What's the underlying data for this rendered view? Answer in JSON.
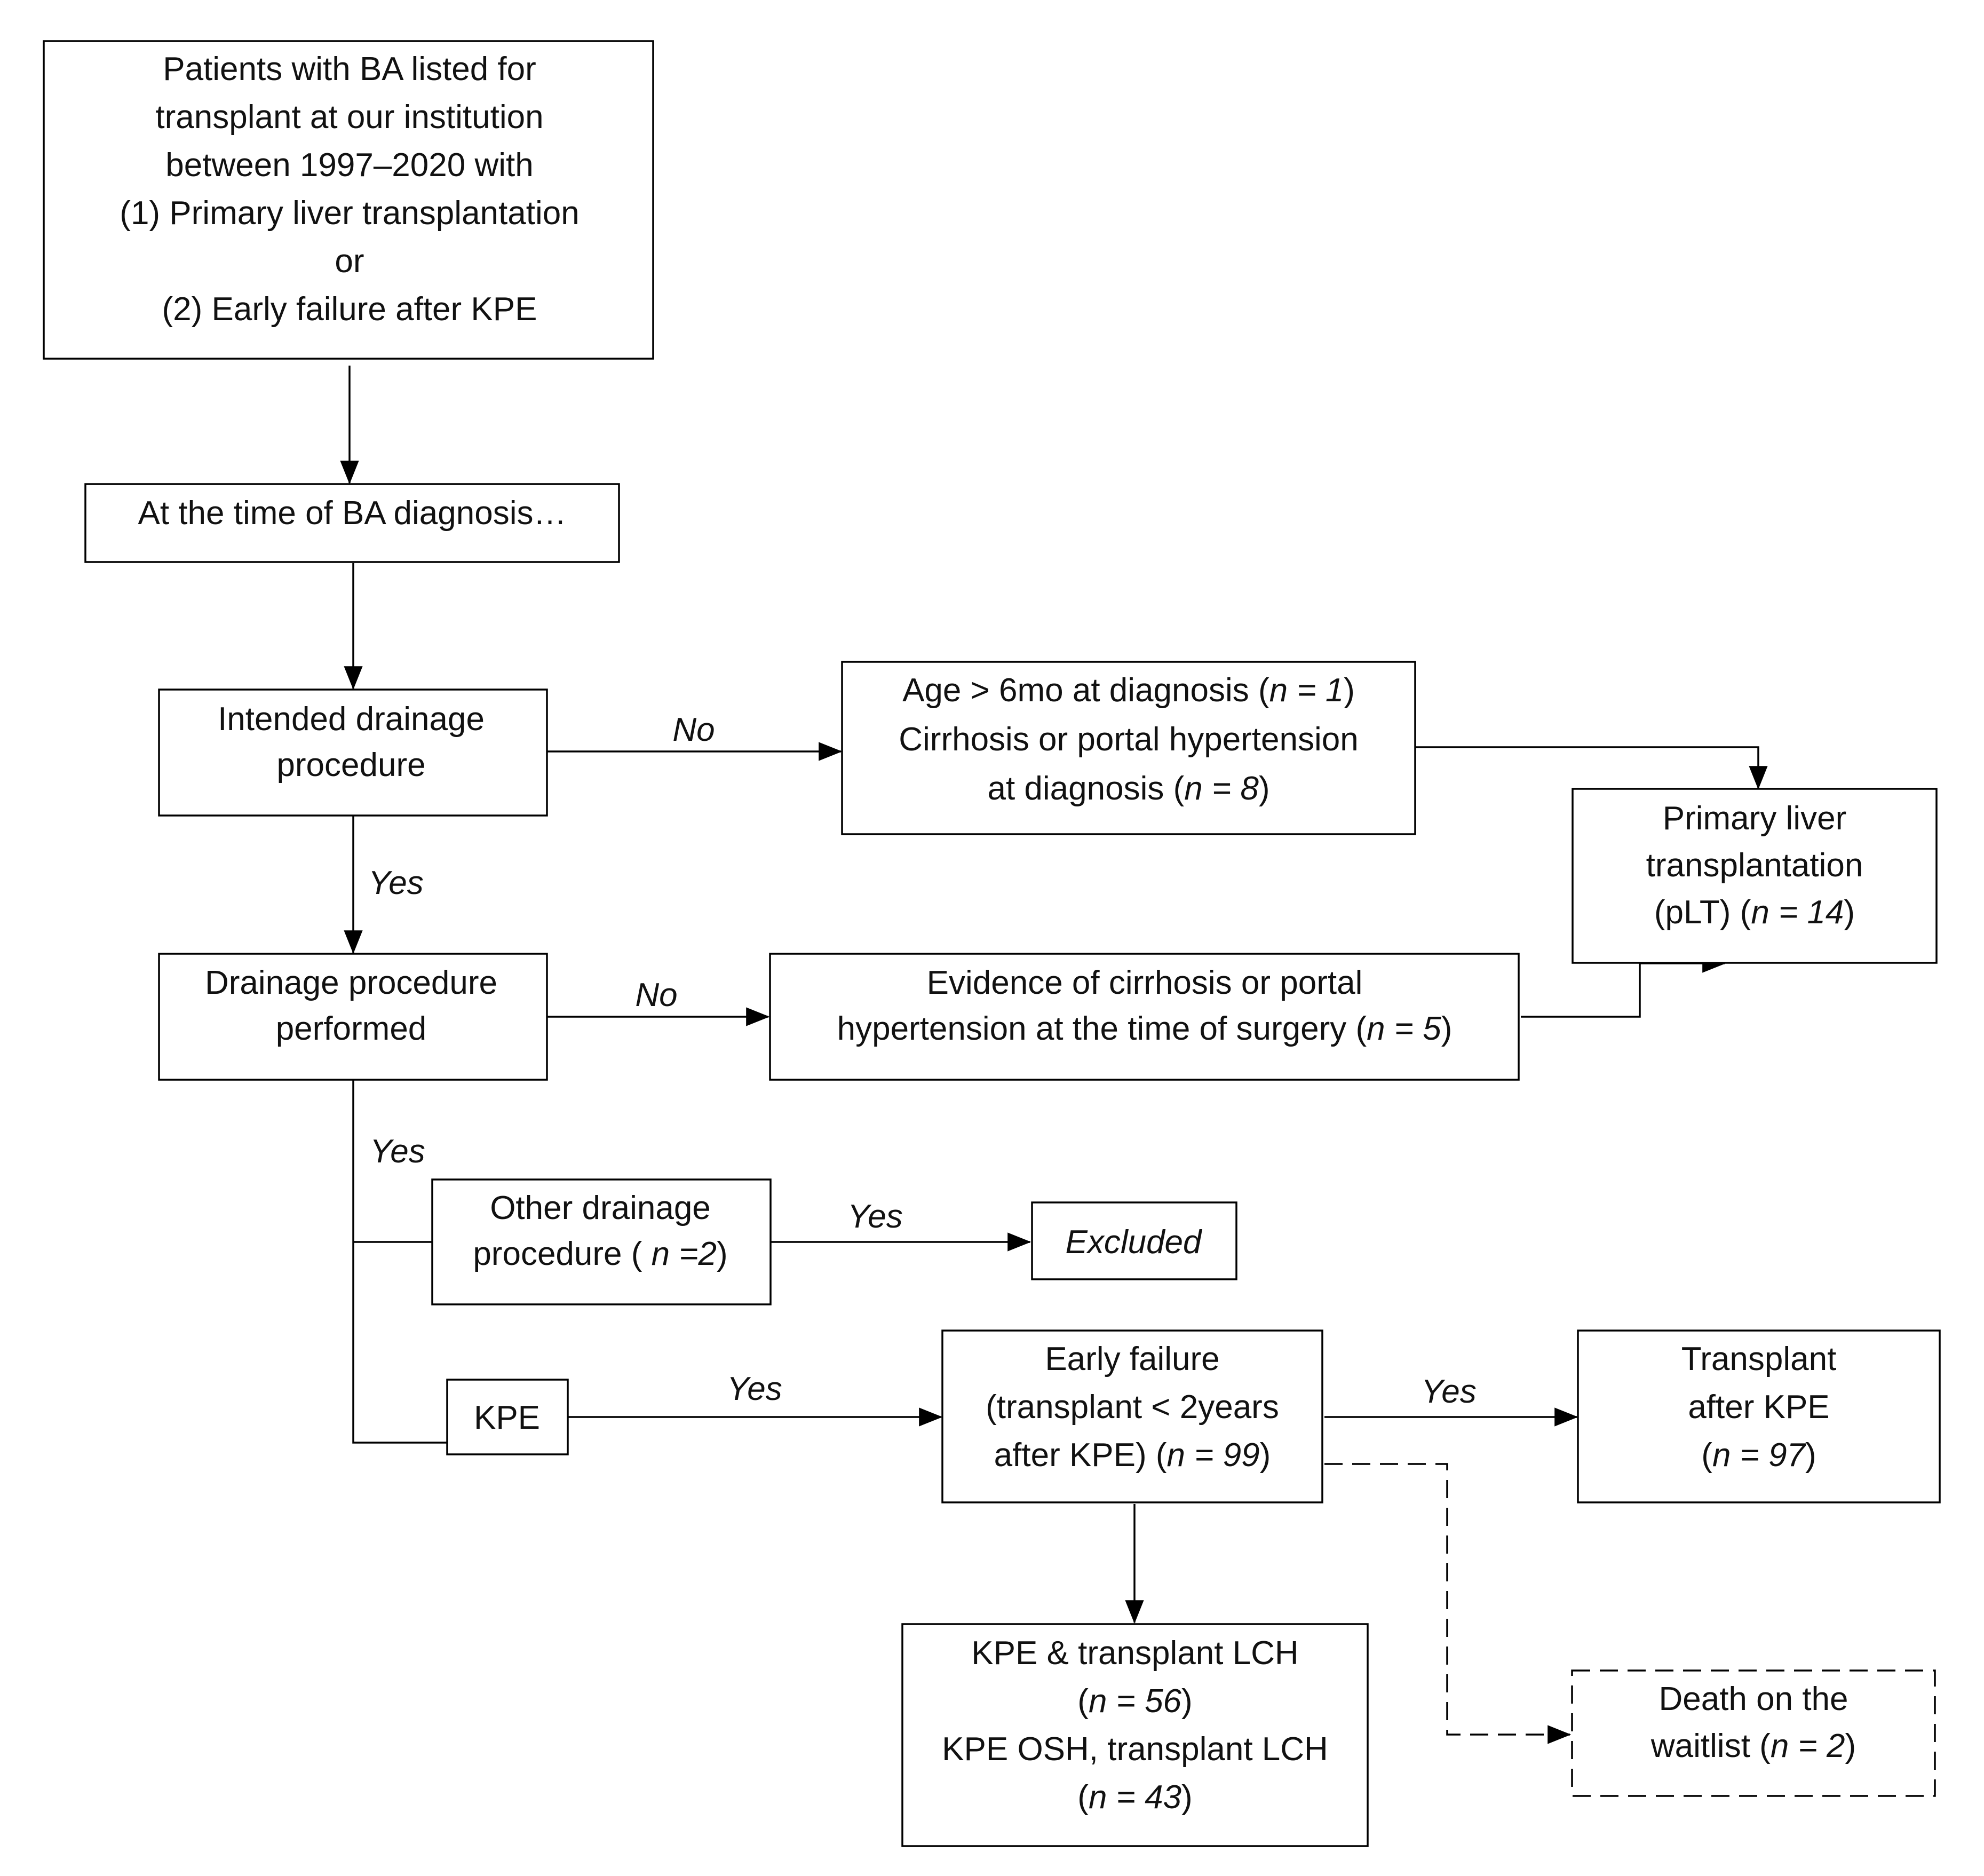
{
  "nodes": {
    "criteria": {
      "lines": [
        [
          {
            "t": "Patients with BA listed for"
          }
        ],
        [
          {
            "t": "transplant at our institution"
          }
        ],
        [
          {
            "t": "between 1997–2020 with"
          }
        ],
        [
          {
            "t": "(1)   Primary liver transplantation"
          }
        ],
        [
          {
            "t": "or"
          }
        ],
        [
          {
            "t": "(2)   Early failure after KPE"
          }
        ]
      ]
    },
    "diagnosis_time": {
      "lines": [
        [
          {
            "t": "At the time of BA diagnosis…"
          }
        ]
      ]
    },
    "intended_drainage": {
      "lines": [
        [
          {
            "t": "Intended drainage"
          }
        ],
        [
          {
            "t": "procedure"
          }
        ]
      ]
    },
    "age_cirrhosis": {
      "lines": [
        [
          {
            "t": "Age > 6mo at diagnosis ("
          },
          {
            "t": "n = 1",
            "i": true
          },
          {
            "t": ")"
          }
        ],
        [
          {
            "t": "Cirrhosis or portal hypertension"
          }
        ],
        [
          {
            "t": "at diagnosis ("
          },
          {
            "t": "n = 8",
            "i": true
          },
          {
            "t": ")"
          }
        ]
      ]
    },
    "primary_lt": {
      "lines": [
        [
          {
            "t": "Primary liver"
          }
        ],
        [
          {
            "t": "transplantation"
          }
        ],
        [
          {
            "t": "(pLT) ("
          },
          {
            "t": "n = 14",
            "i": true
          },
          {
            "t": ")"
          }
        ]
      ]
    },
    "drainage_performed": {
      "lines": [
        [
          {
            "t": "Drainage procedure"
          }
        ],
        [
          {
            "t": "performed"
          }
        ]
      ]
    },
    "cirrhosis_surgery": {
      "lines": [
        [
          {
            "t": "Evidence of cirrhosis or portal"
          }
        ],
        [
          {
            "t": "hypertension at the time of surgery ("
          },
          {
            "t": "n = 5",
            "i": true
          },
          {
            "t": ")"
          }
        ]
      ]
    },
    "other_drainage": {
      "lines": [
        [
          {
            "t": "Other drainage"
          }
        ],
        [
          {
            "t": "procedure ( "
          },
          {
            "t": "n =2",
            "i": true
          },
          {
            "t": ")"
          }
        ]
      ]
    },
    "excluded": {
      "lines": [
        [
          {
            "t": "Excluded",
            "i": true
          }
        ]
      ]
    },
    "kpe": {
      "lines": [
        [
          {
            "t": "KPE"
          }
        ]
      ]
    },
    "early_failure": {
      "lines": [
        [
          {
            "t": "Early failure"
          }
        ],
        [
          {
            "t": "(transplant < 2years"
          }
        ],
        [
          {
            "t": "after KPE) ("
          },
          {
            "t": "n = 99",
            "i": true
          },
          {
            "t": ")"
          }
        ]
      ]
    },
    "transplant_after_kpe": {
      "lines": [
        [
          {
            "t": "Transplant"
          }
        ],
        [
          {
            "t": "after KPE"
          }
        ],
        [
          {
            "t": "("
          },
          {
            "t": "n = 97",
            "i": true
          },
          {
            "t": ")"
          }
        ]
      ]
    },
    "kpe_lch": {
      "lines": [
        [
          {
            "t": "KPE & transplant LCH"
          }
        ],
        [
          {
            "t": "("
          },
          {
            "t": "n = 56",
            "i": true
          },
          {
            "t": ")"
          }
        ],
        [
          {
            "t": "KPE OSH, transplant LCH"
          }
        ],
        [
          {
            "t": "("
          },
          {
            "t": "n = 43",
            "i": true
          },
          {
            "t": ")"
          }
        ]
      ]
    },
    "death_waitlist": {
      "lines": [
        [
          {
            "t": "Death on the"
          }
        ],
        [
          {
            "t": "waitlist ("
          },
          {
            "t": "n = 2",
            "i": true
          },
          {
            "t": ")"
          }
        ]
      ]
    }
  },
  "edge_labels": {
    "intended_no": "No",
    "intended_yes": "Yes",
    "performed_no": "No",
    "performed_yes": "Yes",
    "other_yes": "Yes",
    "kpe_yes": "Yes",
    "failure_yes": "Yes"
  },
  "colors": {
    "line": "#000000",
    "text": "#111111",
    "background": "#ffffff"
  }
}
